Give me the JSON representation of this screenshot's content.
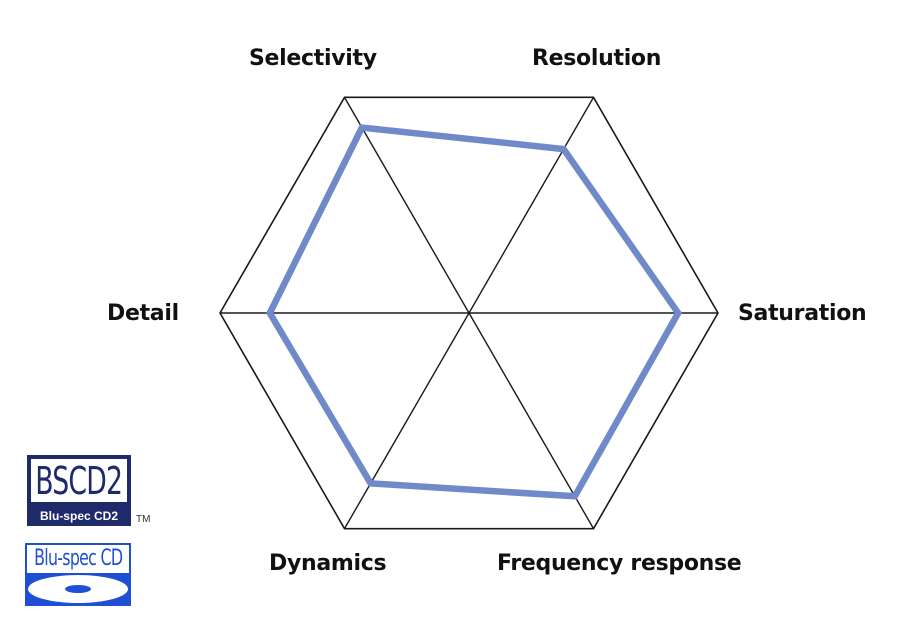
{
  "chart_data": {
    "type": "radar",
    "title": "",
    "axes": [
      "Selectivity",
      "Resolution",
      "Saturation",
      "Frequency response",
      "Dynamics",
      "Detail"
    ],
    "range": [
      0,
      1
    ],
    "grid": true,
    "series": [
      {
        "name": "Blu-spec CD2",
        "values": [
          0.86,
          0.76,
          0.84,
          0.85,
          0.79,
          0.8
        ],
        "color": "#7089c8"
      }
    ]
  },
  "colors": {
    "grid": "#1a1a1a",
    "series": "#7089c8",
    "logo_navy": "#1f2a6b",
    "logo_blue": "#1f4fd4"
  },
  "logos": {
    "bscd2": {
      "big_text": "BSCD2",
      "small_text": "Blu-spec CD2",
      "trademark": "TM"
    },
    "bluspec": {
      "text": "Blu-spec CD"
    }
  }
}
